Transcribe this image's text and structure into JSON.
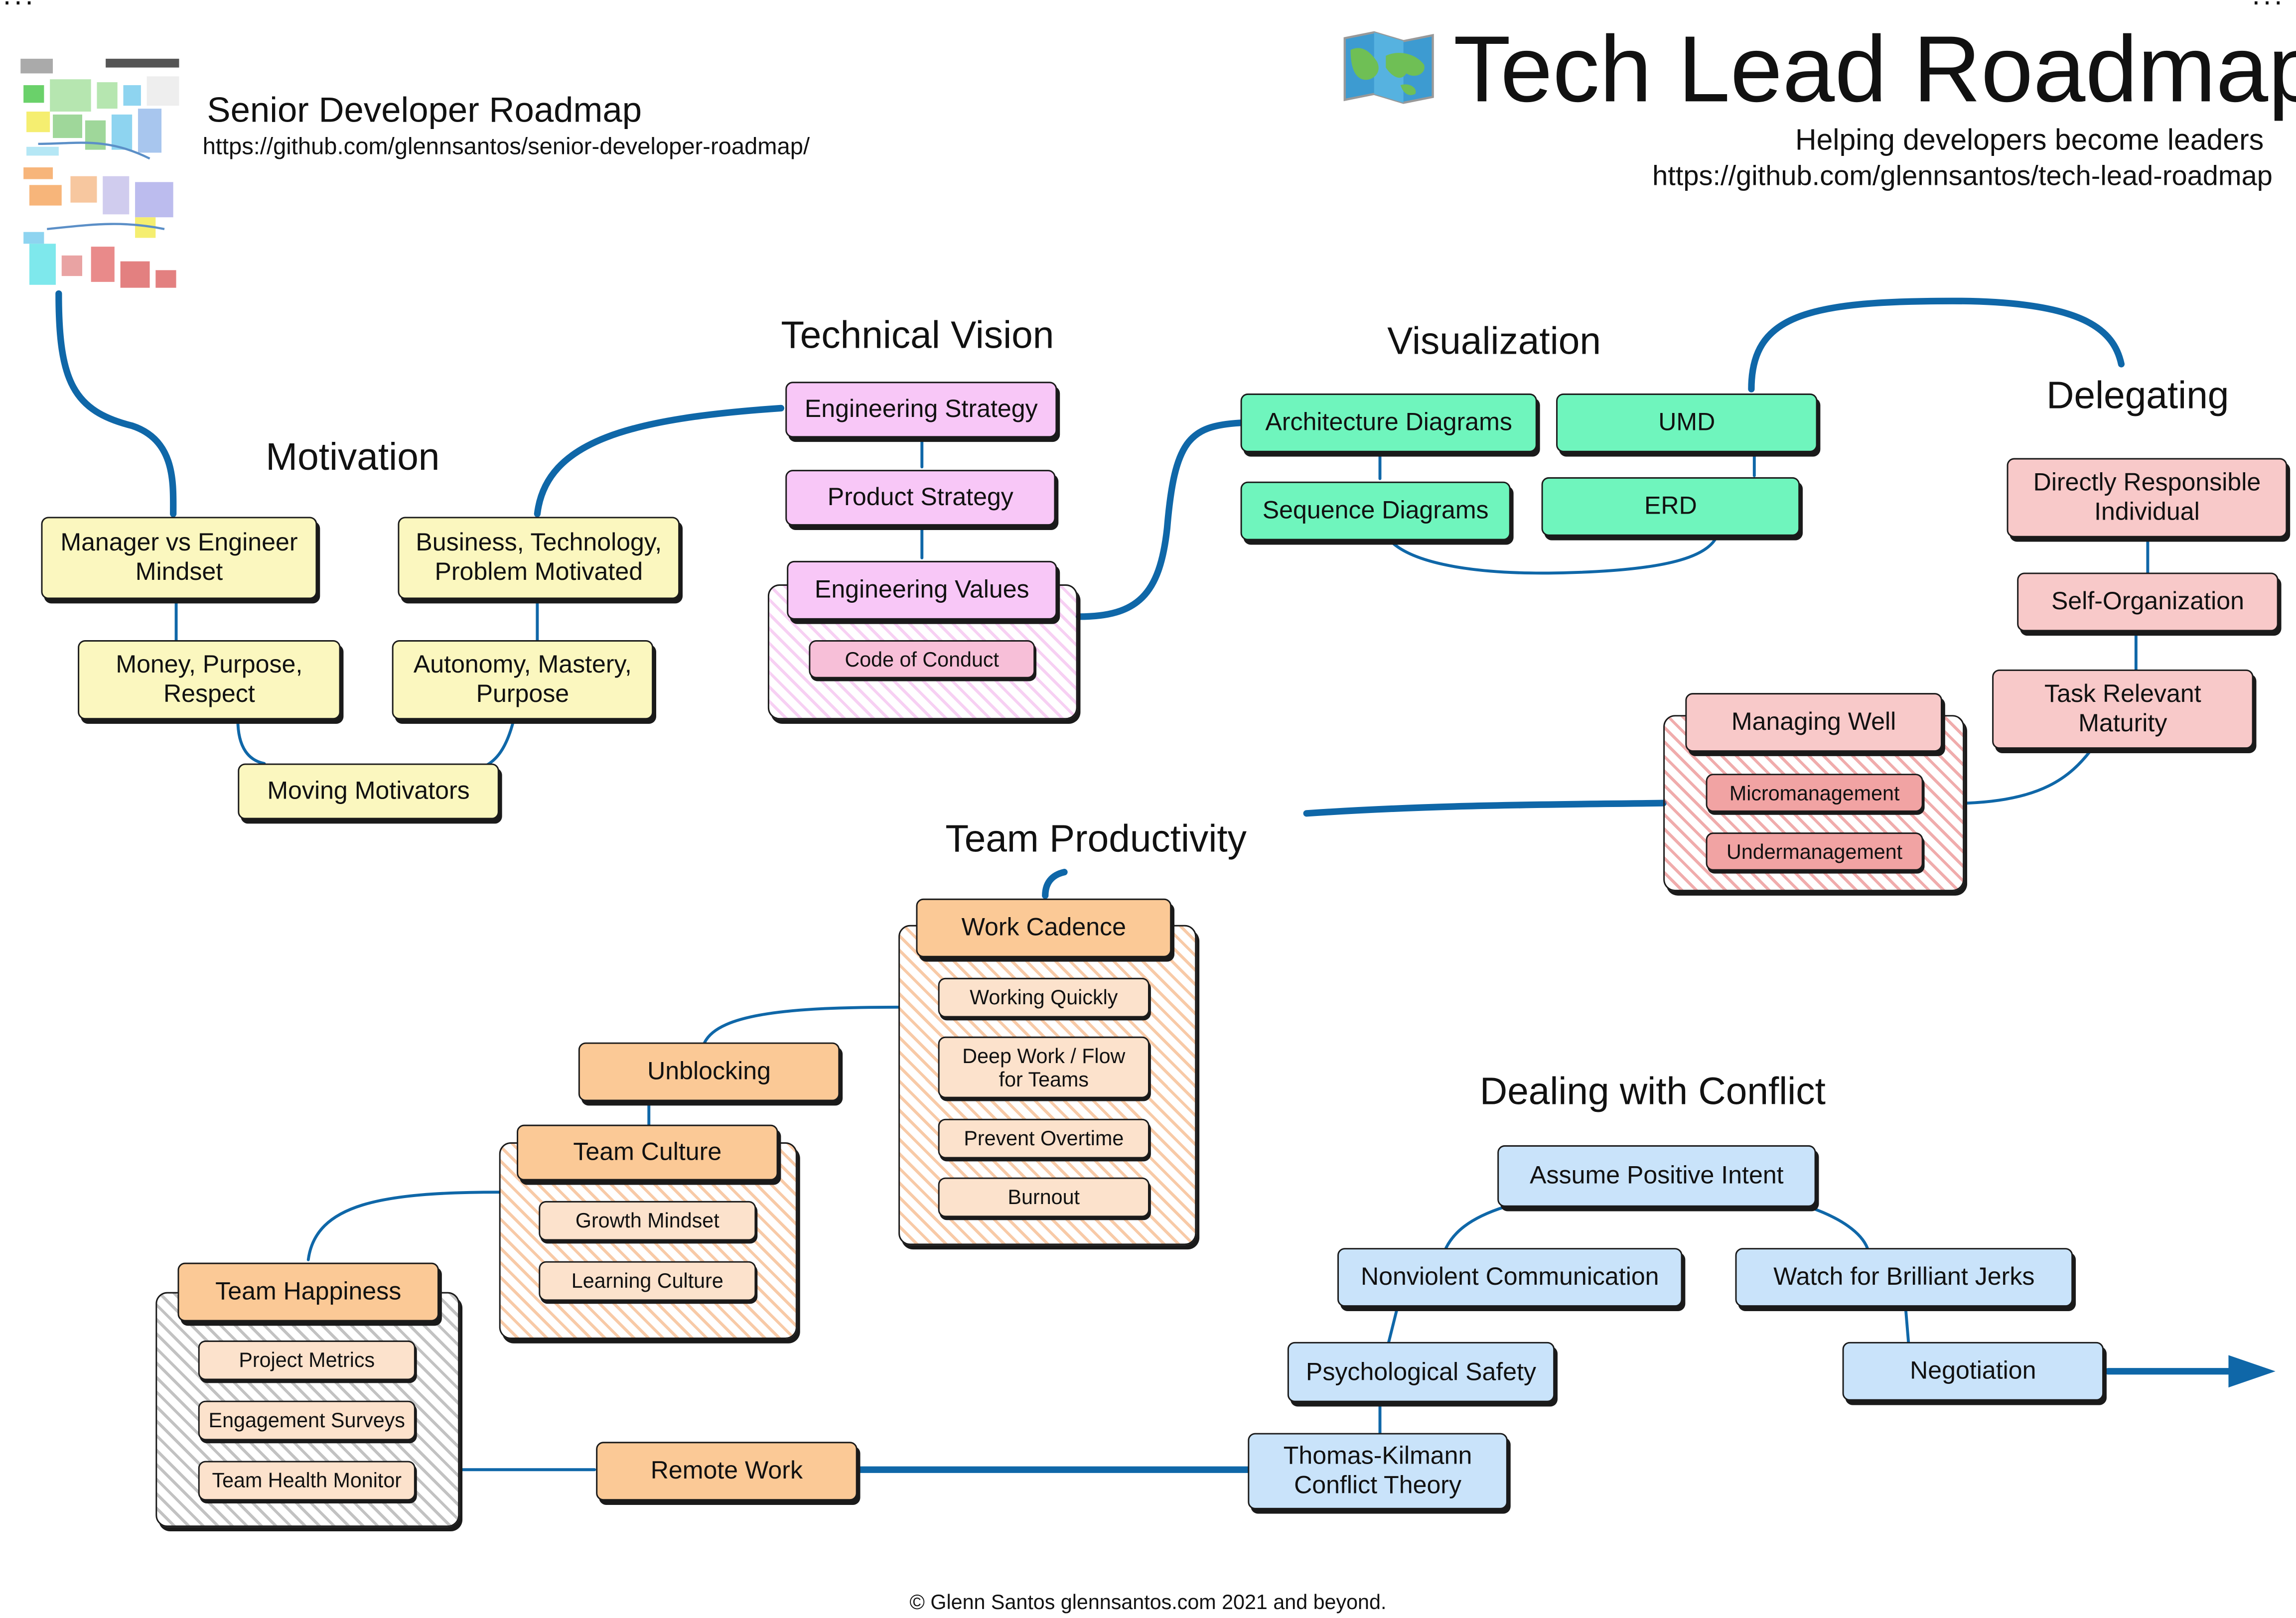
{
  "header": {
    "title": "Tech Lead Roadmap",
    "tagline": "Helping developers become leaders",
    "url": "https://github.com/glennsantos/tech-lead-roadmap",
    "icon": "map-icon",
    "window_menu_left": "...",
    "window_menu_right": "..."
  },
  "senior": {
    "title": "Senior Developer Roadmap",
    "url": "https://github.com/glennsantos/senior-developer-roadmap/"
  },
  "sections": {
    "motivation": "Motivation",
    "technical_vision": "Technical Vision",
    "visualization": "Visualization",
    "delegating": "Delegating",
    "team_productivity": "Team Productivity",
    "dealing_with_conflict": "Dealing with Conflict"
  },
  "motivation": {
    "manager_vs_engineer": "Manager vs Engineer Mindset",
    "business_technology": "Business, Technology, Problem Motivated",
    "money_purpose": "Money, Purpose, Respect",
    "autonomy_mastery": "Autonomy, Mastery, Purpose",
    "moving_motivators": "Moving Motivators"
  },
  "vision": {
    "engineering_strategy": "Engineering Strategy",
    "product_strategy": "Product Strategy",
    "engineering_values": "Engineering Values",
    "code_of_conduct": "Code of Conduct"
  },
  "visualization": {
    "architecture_diagrams": "Architecture Diagrams",
    "umd": "UMD",
    "sequence_diagrams": "Sequence Diagrams",
    "erd": "ERD"
  },
  "delegating": {
    "directly_responsible": "Directly Responsible Individual",
    "self_organization": "Self-Organization",
    "task_relevant": "Task Relevant Maturity",
    "managing_well": "Managing Well",
    "micromanagement": "Micromanagement",
    "undermanagement": "Undermanagement"
  },
  "productivity": {
    "work_cadence": "Work Cadence",
    "working_quickly": "Working Quickly",
    "deep_work": "Deep Work / Flow for Teams",
    "prevent_overtime": "Prevent Overtime",
    "burnout": "Burnout",
    "unblocking": "Unblocking",
    "team_culture": "Team Culture",
    "growth_mindset": "Growth Mindset",
    "learning_culture": "Learning Culture",
    "team_happiness": "Team Happiness",
    "project_metrics": "Project Metrics",
    "engagement_surveys": "Engagement Surveys",
    "team_health_monitor": "Team Health Monitor",
    "remote_work": "Remote Work"
  },
  "conflict": {
    "assume_positive_intent": "Assume Positive Intent",
    "nonviolent_communication": "Nonviolent Communication",
    "watch_for_brilliant_jerks": "Watch for  Brilliant Jerks",
    "psychological_safety": "Psychological Safety",
    "negotiation": "Negotiation",
    "thomas_kilmann": "Thomas-Kilmann Conflict Theory"
  },
  "footer": "© Glenn Santos glennsantos.com 2021 and beyond.",
  "colors": {
    "connector": "#0f67a8",
    "motivation": "#fbf7bf",
    "vision": "#f8c7f7",
    "visualization": "#6ff5bd",
    "delegating": "#f8c9c9",
    "productivity": "#fbc996",
    "conflict": "#c9e3fa"
  }
}
